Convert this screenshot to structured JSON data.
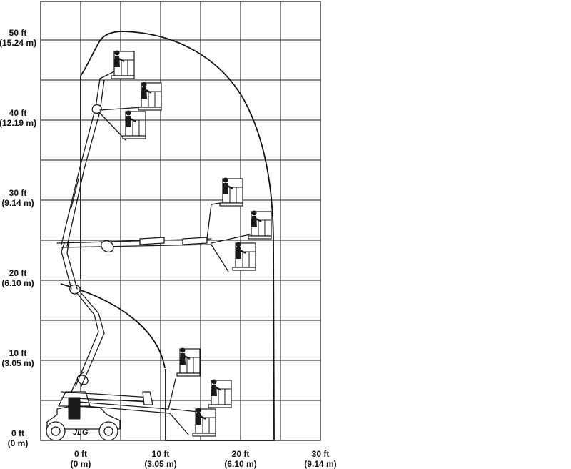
{
  "chart_data": {
    "type": "diagram",
    "grid": true,
    "x_ticks": [
      {
        "value": 0,
        "label_ft": "0 ft",
        "label_m": "(0 m)"
      },
      {
        "value": 10,
        "label_ft": "10 ft",
        "label_m": "(3.05 m)"
      },
      {
        "value": 20,
        "label_ft": "20 ft",
        "label_m": "(6.10 m)"
      },
      {
        "value": 30,
        "label_ft": "30 ft",
        "label_m": "(9.14 m)"
      }
    ],
    "y_ticks": [
      {
        "value": 0,
        "label_ft": "0 ft",
        "label_m": "(0 m)"
      },
      {
        "value": 10,
        "label_ft": "10 ft",
        "label_m": "(3.05 m)"
      },
      {
        "value": 20,
        "label_ft": "20 ft",
        "label_m": "(6.10 m)"
      },
      {
        "value": 30,
        "label_ft": "30 ft",
        "label_m": "(9.14 m)"
      },
      {
        "value": 40,
        "label_ft": "40 ft",
        "label_m": "(12.19 m)"
      },
      {
        "value": 50,
        "label_ft": "50 ft",
        "label_m": "(15.24 m)"
      }
    ],
    "x_range": [
      -5,
      30
    ],
    "y_range": [
      -1,
      53.5
    ],
    "working_envelope_outer_max_height_ft": 51.5,
    "working_envelope_outer_max_reach_ft": 24.5,
    "working_envelope_inner_max_height_ft": 19.5,
    "brand_logo": "JLG"
  }
}
